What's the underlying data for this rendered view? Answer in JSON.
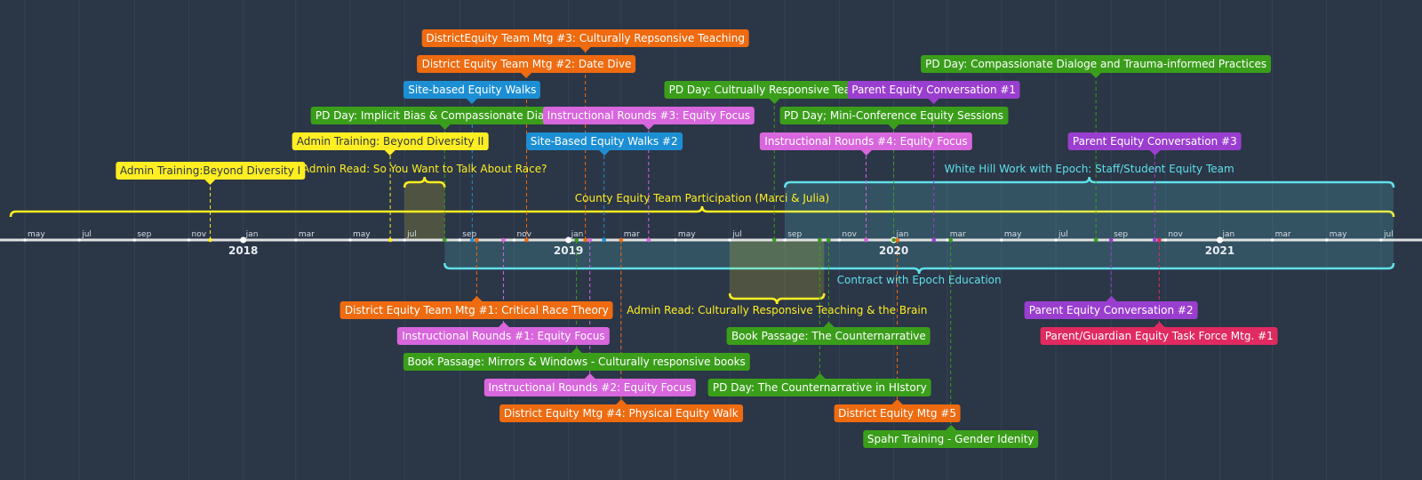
{
  "colors": {
    "background": "#2b3647",
    "axis": "#e0e0e0",
    "yellow": "#ffee22",
    "orange": "#ee6b10",
    "blue": "#1c8fd4",
    "green": "#3a9e1a",
    "pink": "#d866dd",
    "purple": "#9a3ecf",
    "red": "#e02a60",
    "cyan": "#5fe0ea"
  },
  "axis": {
    "start": "2017-04-15",
    "end": "2021-07-15",
    "years": [
      {
        "label": "2018",
        "date": "2018-01-01"
      },
      {
        "label": "2019",
        "date": "2019-01-01"
      },
      {
        "label": "2020",
        "date": "2020-01-01"
      },
      {
        "label": "2021",
        "date": "2021-01-01"
      }
    ],
    "month_labels": [
      "may",
      "jul",
      "sep",
      "nov",
      "jan",
      "mar",
      "may",
      "jul",
      "sep",
      "nov",
      "jan",
      "mar",
      "may",
      "jul",
      "sep",
      "nov",
      "jan",
      "mar",
      "may",
      "jul",
      "sep",
      "nov",
      "jan",
      "mar",
      "may",
      "jul"
    ],
    "month_dates": [
      "2017-05-01",
      "2017-07-01",
      "2017-09-01",
      "2017-11-01",
      "2018-01-01",
      "2018-03-01",
      "2018-05-01",
      "2018-07-01",
      "2018-09-01",
      "2018-11-01",
      "2019-01-01",
      "2019-03-01",
      "2019-05-01",
      "2019-07-01",
      "2019-09-01",
      "2019-11-01",
      "2020-01-01",
      "2020-03-01",
      "2020-05-01",
      "2020-07-01",
      "2020-09-01",
      "2020-11-01",
      "2021-01-01",
      "2021-03-01",
      "2021-05-01",
      "2021-07-01"
    ]
  },
  "spans": [
    {
      "label": "County Equity Team Participation (Marci & Julia)",
      "start": "2017-04-15",
      "end": "2021-07-15",
      "side": "above",
      "level": 1,
      "color": "yellow",
      "shaded": false
    },
    {
      "label": "Admin Read: So You Want to Talk About Race?",
      "start": "2018-07-01",
      "end": "2018-08-15",
      "side": "above",
      "level": 2,
      "color": "yellow",
      "shaded": true
    },
    {
      "label": "White Hill Work with Epoch: Staff/Student Equity Team",
      "start": "2019-09-01",
      "end": "2021-07-15",
      "side": "above",
      "level": 2,
      "color": "cyan",
      "shaded": true
    },
    {
      "label": "Contract with Epoch Education",
      "start": "2018-08-15",
      "end": "2021-07-15",
      "side": "below",
      "level": 1,
      "color": "cyan",
      "shaded": true
    },
    {
      "label": "Admin Read: Culturally Responsive Teaching & the Brain",
      "start": "2019-07-01",
      "end": "2019-10-15",
      "side": "below",
      "level": 2,
      "color": "yellow",
      "shaded": true
    }
  ],
  "events": [
    {
      "label": "Admin Training:Beyond Diversity I",
      "date": "2017-11-25",
      "side": "above",
      "level": 1,
      "color": "yellow"
    },
    {
      "label": "Admin Training: Beyond Diversity II",
      "date": "2018-06-15",
      "side": "above",
      "level": 2,
      "color": "yellow"
    },
    {
      "label": "PD Day: Implicit Bias & Compassionate Dialogue",
      "date": "2018-08-15",
      "side": "above",
      "level": 3,
      "color": "green"
    },
    {
      "label": "Site-based Equity Walks",
      "date": "2018-09-15",
      "side": "above",
      "level": 4,
      "color": "blue"
    },
    {
      "label": "District Equity Team Mtg #2: Date Dive",
      "date": "2018-11-15",
      "side": "above",
      "level": 5,
      "color": "orange"
    },
    {
      "label": "DistrictEquity Team Mtg #3: Culturally Repsonsive Teaching",
      "date": "2019-01-20",
      "side": "above",
      "level": 6,
      "color": "orange"
    },
    {
      "label": "Instructional Rounds #3: Equity Focus",
      "date": "2019-04-01",
      "side": "above",
      "level": 3,
      "color": "pink"
    },
    {
      "label": "Site-Based Equity Walks #2",
      "date": "2019-02-10",
      "side": "above",
      "level": 2,
      "color": "blue"
    },
    {
      "label": "PD Day: Cultrually Responsive Teaching",
      "date": "2019-08-20",
      "side": "above",
      "level": 4,
      "color": "green"
    },
    {
      "label": "Instructional Rounds #4: Equity Focus",
      "date": "2019-12-01",
      "side": "above",
      "level": 2,
      "color": "pink"
    },
    {
      "label": "PD Day; Mini-Conference Equity Sessions",
      "date": "2020-01-01",
      "side": "above",
      "level": 3,
      "color": "green"
    },
    {
      "label": "Parent Equity Conversation #1",
      "date": "2020-02-15",
      "side": "above",
      "level": 4,
      "color": "purple"
    },
    {
      "label": "PD Day: Compassionate Dialoge and Trauma-informed Practices",
      "date": "2020-08-15",
      "side": "above",
      "level": 5,
      "color": "green"
    },
    {
      "label": "Parent Equity Conversation #3",
      "date": "2020-10-20",
      "side": "above",
      "level": 2,
      "color": "purple"
    },
    {
      "label": "District Equity Team Mtg #1: Critical Race Theory",
      "date": "2018-09-20",
      "side": "below",
      "level": 1,
      "color": "orange"
    },
    {
      "label": "Instructional Rounds #1: Equity Focus",
      "date": "2018-10-20",
      "side": "below",
      "level": 2,
      "color": "pink"
    },
    {
      "label": "Book Passage: Mirrors & Windows - Culturally responsive books",
      "date": "2019-01-10",
      "side": "below",
      "level": 3,
      "color": "green"
    },
    {
      "label": "Instructional Rounds #2: Equity Focus",
      "date": "2019-01-25",
      "side": "below",
      "level": 4,
      "color": "pink"
    },
    {
      "label": "District Equity Mtg #4: Physical Equity Walk",
      "date": "2019-03-01",
      "side": "below",
      "level": 5,
      "color": "orange"
    },
    {
      "label": "Book Passage: The Counternarrative",
      "date": "2019-10-20",
      "side": "below",
      "level": 2,
      "color": "green"
    },
    {
      "label": "PD Day: The Counternarrative in HIstory",
      "date": "2019-10-10",
      "side": "below",
      "level": 4,
      "color": "green"
    },
    {
      "label": "District Equity Mtg #5",
      "date": "2020-01-05",
      "side": "below",
      "level": 5,
      "color": "orange"
    },
    {
      "label": "Spahr Training - Gender Idenity",
      "date": "2020-03-05",
      "side": "below",
      "level": 6,
      "color": "green"
    },
    {
      "label": "Parent Equity Conversation #2",
      "date": "2020-09-01",
      "side": "below",
      "level": 1,
      "color": "purple"
    },
    {
      "label": "Parent/Guardian Equity Task Force Mtg. #1",
      "date": "2020-10-25",
      "side": "below",
      "level": 2,
      "color": "red"
    }
  ]
}
